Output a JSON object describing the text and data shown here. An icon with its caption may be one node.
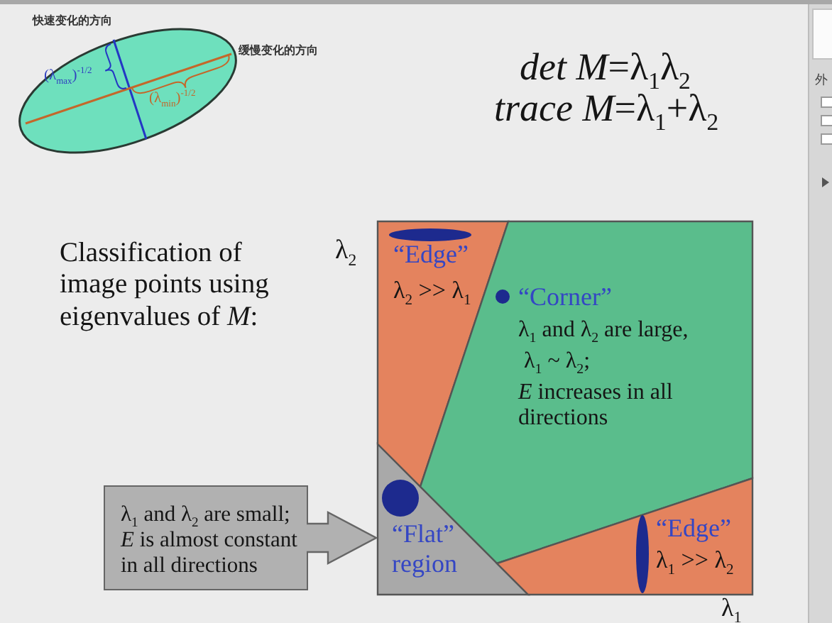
{
  "diagram": {
    "nodes": [
      {
        "text": [
          "(λ$_{max}$)$^{-1/2}$",
          "(λ$_{min}$)$^{-1/2}$"
        ],
        "beside": [
          "快速变化的方向",
          "缓慢变化的方向"
        ]
      },
      {
        "text": [
          "“Edge”",
          "λ$_{2}$ >> λ$_{1}$"
        ]
      },
      {
        "text": [
          "“Corner”",
          "λ$_{1}$ and λ$_{2}$ are large,",
          "λ$_{1}$ ~ λ$_{2}$;",
          "*E* increases in all directions"
        ]
      },
      {
        "text": [
          "“Flat” region"
        ]
      },
      {
        "text": [
          "“Edge”",
          "λ$_{1}$ >> λ$_{2}$"
        ]
      },
      {
        "text": [
          "λ$_{1}$ and λ$_{2}$ are small; *E* is almost constant in all directions"
        ]
      }
    ],
    "edges": [
      {
        "from": 5,
        "to": 3,
        "arrow": "to"
      }
    ],
    "labels": [
      "*det M*=λ$_{1}$λ$_{2}$",
      "*trace M*=λ$_{1}$+λ$_{2}$",
      "Classification of image points using eigenvalues of *M*:",
      "λ$_{2}$",
      "λ$_{1}$",
      "外"
    ]
  }
}
